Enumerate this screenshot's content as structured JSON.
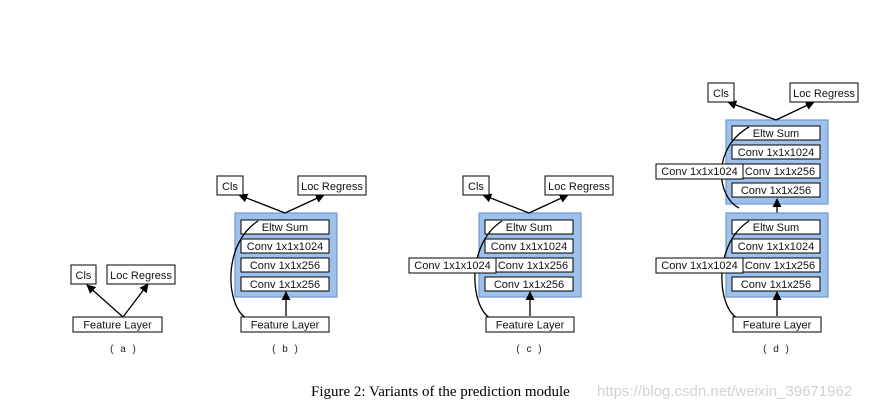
{
  "labels": {
    "cls": "Cls",
    "loc_regress": "Loc Regress",
    "feature_layer": "Feature Layer",
    "eltw_sum": "Eltw Sum",
    "conv_1024": "Conv 1x1x1024",
    "conv_256": "Conv 1x1x256",
    "skip_conv": "Conv 1x1x1024"
  },
  "subfigures": [
    "( a )",
    "( b )",
    "( c )",
    "( d )"
  ],
  "caption": "Figure 2: Variants of the prediction module",
  "watermark": "https://blog.csdn.net/weixin_39671962",
  "colors": {
    "module_fill": "#9ec1ec",
    "module_border": "#6f98cf"
  }
}
